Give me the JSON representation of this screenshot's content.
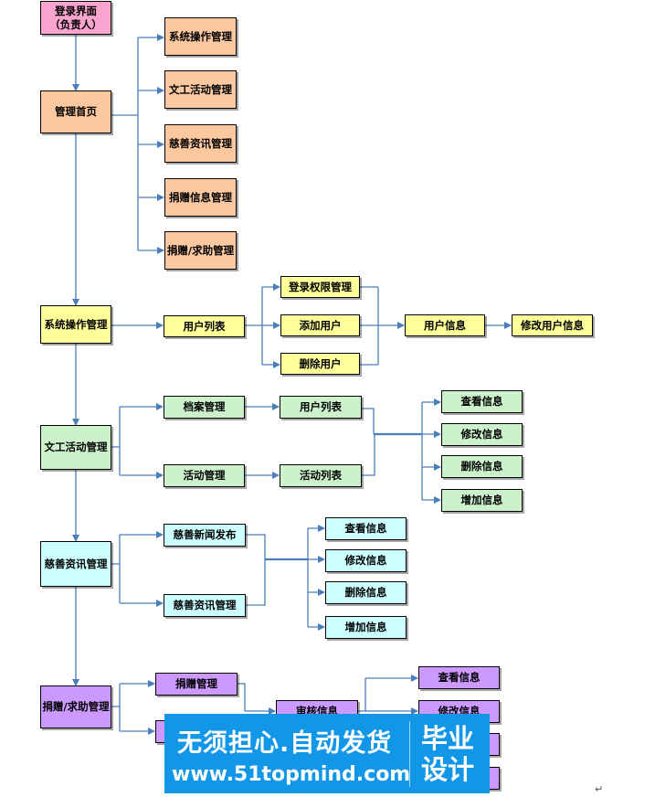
{
  "nodes": {
    "login": "登录界面\n（负责人）",
    "home": "管理首页",
    "m_sys": "系统操作管理",
    "m_culture": "文工活动管理",
    "m_charity": "慈善资讯管理",
    "m_donate": "捐赠信息管理",
    "m_help": "捐赠/求助管理",
    "sys": "系统操作管理",
    "user_list": "用户列表",
    "login_perm": "登录权限管理",
    "add_user": "添加用户",
    "del_user": "删除用户",
    "user_info": "用户信息",
    "edit_user": "修改用户信息",
    "culture": "文工活动管理",
    "archive": "档案管理",
    "activity": "活动管理",
    "culture_user_list": "用户列表",
    "activity_list": "活动列表",
    "c_view": "查看信息",
    "c_edit": "修改信息",
    "c_delete": "删除信息",
    "c_add": "增加信息",
    "charity": "慈善资讯管理",
    "news_publish": "慈善新闻发布",
    "charity_manage": "慈善资讯管理",
    "ch_view": "查看信息",
    "ch_edit": "修改信息",
    "ch_delete": "删除信息",
    "ch_add": "增加信息",
    "help": "捐赠/求助管理",
    "donate_manage": "捐赠管理",
    "review": "审核信息",
    "h_view": "查看信息",
    "h_edit": "修改信息"
  },
  "watermark": {
    "line1": "无须担心.自动发货",
    "line2": "www.51topmind.com",
    "badge_top": "毕业",
    "badge_bottom": "设计"
  },
  "paragraph_mark": "↵",
  "colors": {
    "login": "#f9a3cf",
    "level1": "#fbc89f",
    "system": "#ffff99",
    "culture": "#ccf2cc",
    "charity": "#ccffff",
    "help": "#cc99ff",
    "connector": "#4a7ebb",
    "watermark_bg": "#1296e8"
  }
}
